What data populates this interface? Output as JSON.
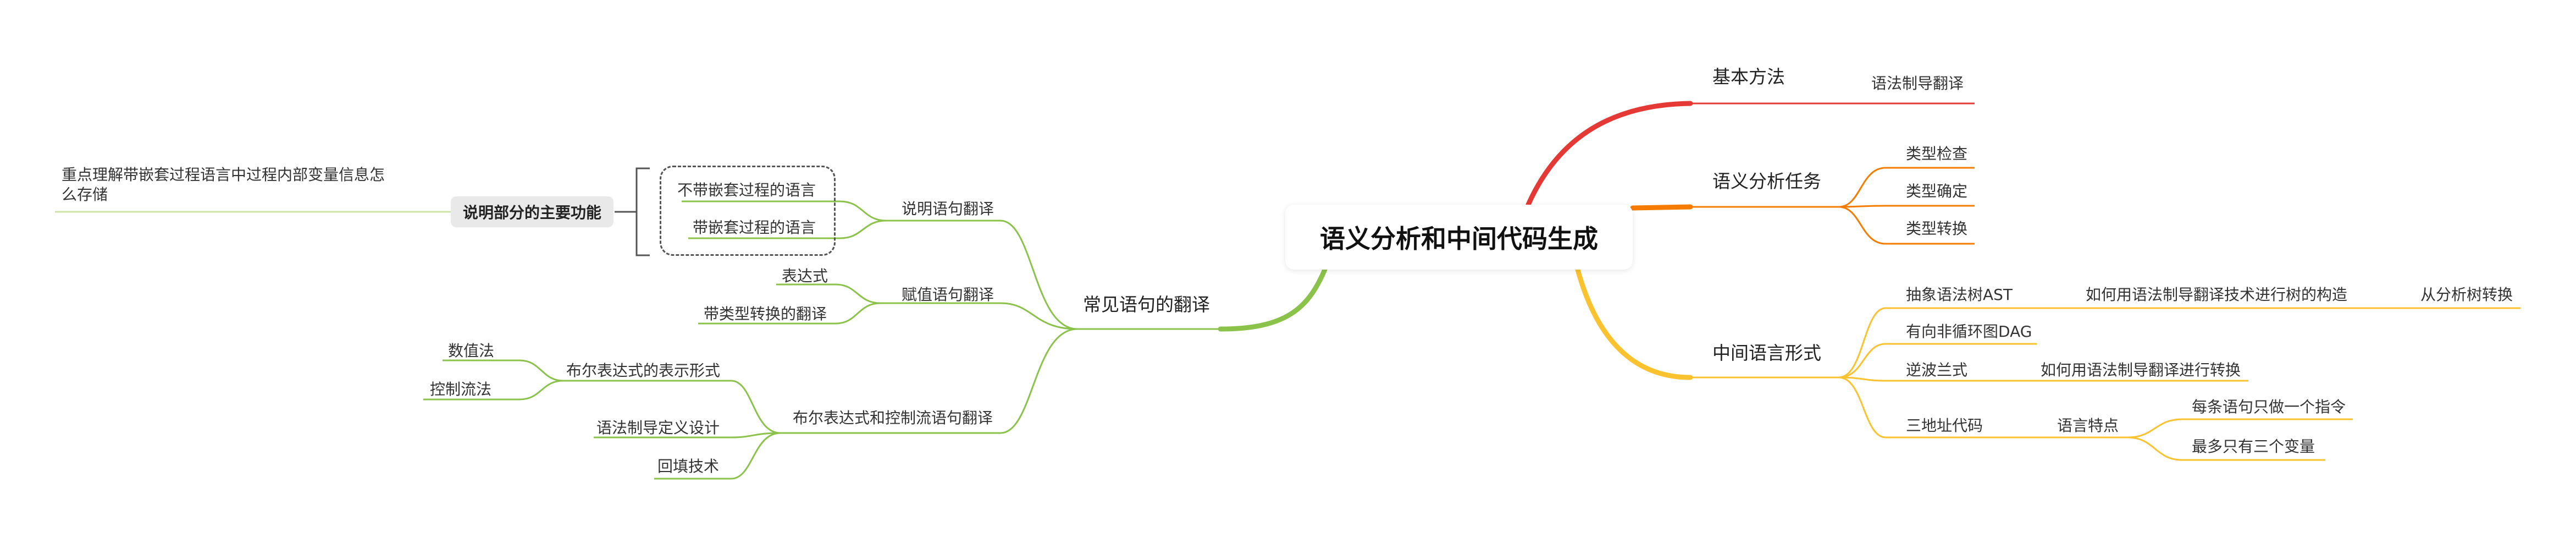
{
  "root": "语义分析和中间代码生成",
  "basic": {
    "title": "基本方法",
    "item": "语法制导翻译"
  },
  "tasks": {
    "title": "语义分析任务",
    "items": [
      "类型检查",
      "类型确定",
      "类型转换"
    ]
  },
  "ir": {
    "title": "中间语言形式",
    "ast": "抽象语法树AST",
    "ast_sub": "如何用语法制导翻译技术进行树的构造",
    "ast_sub_sub": "从分析树转换",
    "dag": "有向非循环图DAG",
    "rpn": "逆波兰式",
    "rpn_sub": "如何用语法制导翻译进行转换",
    "tac": "三地址代码",
    "tac_feat": "语言特点",
    "tac_items": [
      "每条语句只做一个指令",
      "最多只有三个变量"
    ]
  },
  "common": {
    "title": "常见语句的翻译",
    "decl": {
      "title": "说明语句翻译",
      "items": [
        "不带嵌套过程的语言",
        "带嵌套过程的语言"
      ],
      "summary": "说明部分的主要功能",
      "note": "重点理解带嵌套过程语言中过程内部变量信息怎么存储"
    },
    "assign": {
      "title": "赋值语句翻译",
      "items": [
        "表达式",
        "带类型转换的翻译"
      ]
    },
    "bool": {
      "title": "布尔表达式和控制流语句翻译",
      "repr": "布尔表达式的表示形式",
      "repr_items": [
        "数值法",
        "控制流法"
      ],
      "items": [
        "语法制导定义设计",
        "回填技术"
      ]
    }
  },
  "colors": {
    "basic": "#e53935",
    "tasks": "#f57c00",
    "ir": "#f9c22e",
    "common": "#8bc34a"
  }
}
